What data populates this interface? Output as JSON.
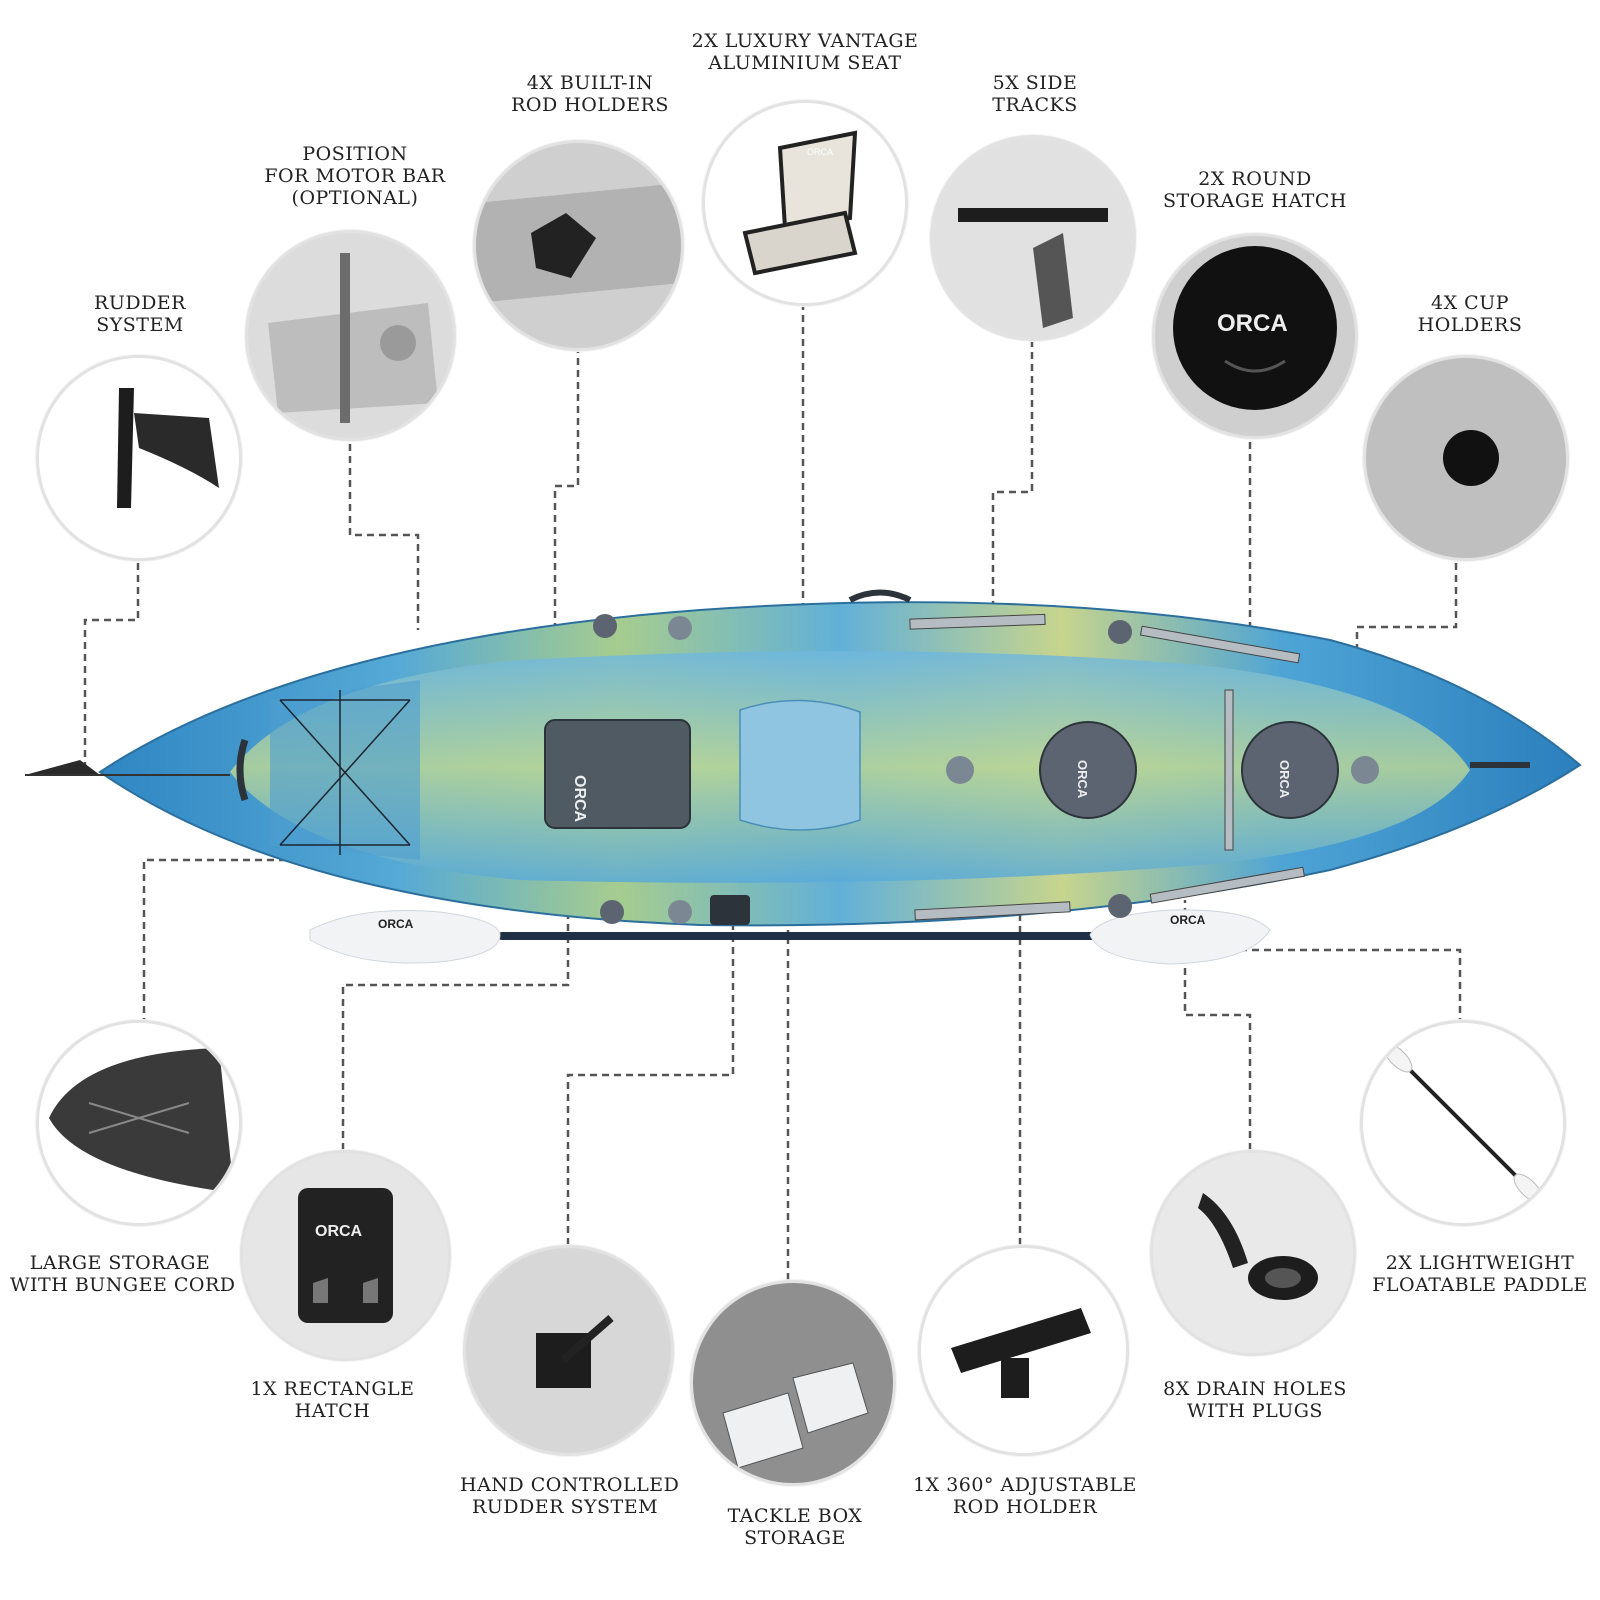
{
  "brand": "ORCA",
  "colors": {
    "hull_blue": "#3a94c9",
    "hull_green": "#9cc98a",
    "hull_yellow": "#d7d98f",
    "deck_gray": "#4f5a63",
    "leader_line": "#555555"
  },
  "features": [
    {
      "id": "rudder-system",
      "line1": "RUDDER",
      "line2": "SYSTEM",
      "icon": "rudder-icon"
    },
    {
      "id": "motor-bar",
      "line1": "POSITION",
      "line2": "FOR MOTOR BAR",
      "line3": "(OPTIONAL)",
      "icon": "motor-bar-icon"
    },
    {
      "id": "rod-holders",
      "line1": "4X BUILT-IN",
      "line2": "ROD HOLDERS",
      "icon": "flush-rod-holder-icon"
    },
    {
      "id": "seat",
      "line1": "2X LUXURY VANTAGE",
      "line2": "ALUMINIUM SEAT",
      "icon": "seat-icon"
    },
    {
      "id": "side-tracks",
      "line1": "5X SIDE",
      "line2": "TRACKS",
      "icon": "track-icon"
    },
    {
      "id": "round-hatch",
      "line1": "2X ROUND",
      "line2": "STORAGE HATCH",
      "icon": "round-hatch-icon"
    },
    {
      "id": "cup-holders",
      "line1": "4X CUP",
      "line2": "HOLDERS",
      "icon": "cup-holder-icon"
    },
    {
      "id": "bungee-storage",
      "line1": "LARGE STORAGE",
      "line2": "WITH BUNGEE CORD",
      "icon": "bungee-storage-icon"
    },
    {
      "id": "rect-hatch",
      "line1": "1X RECTANGLE",
      "line2": "HATCH",
      "icon": "rect-hatch-icon"
    },
    {
      "id": "hand-rudder",
      "line1": "HAND CONTROLLED",
      "line2": "RUDDER SYSTEM",
      "icon": "rudder-lever-icon"
    },
    {
      "id": "tackle-box",
      "line1": "TACKLE BOX",
      "line2": "STORAGE",
      "icon": "tackle-box-icon"
    },
    {
      "id": "adj-rod-holder",
      "line1": "1X 360° ADJUSTABLE",
      "line2": "ROD HOLDER",
      "icon": "adjustable-rod-holder-icon"
    },
    {
      "id": "drain-holes",
      "line1": "8X DRAIN HOLES",
      "line2": "WITH PLUGS",
      "icon": "drain-plug-icon"
    },
    {
      "id": "paddle",
      "line1": "2X LIGHTWEIGHT",
      "line2": "FLOATABLE PADDLE",
      "icon": "paddle-icon"
    }
  ]
}
